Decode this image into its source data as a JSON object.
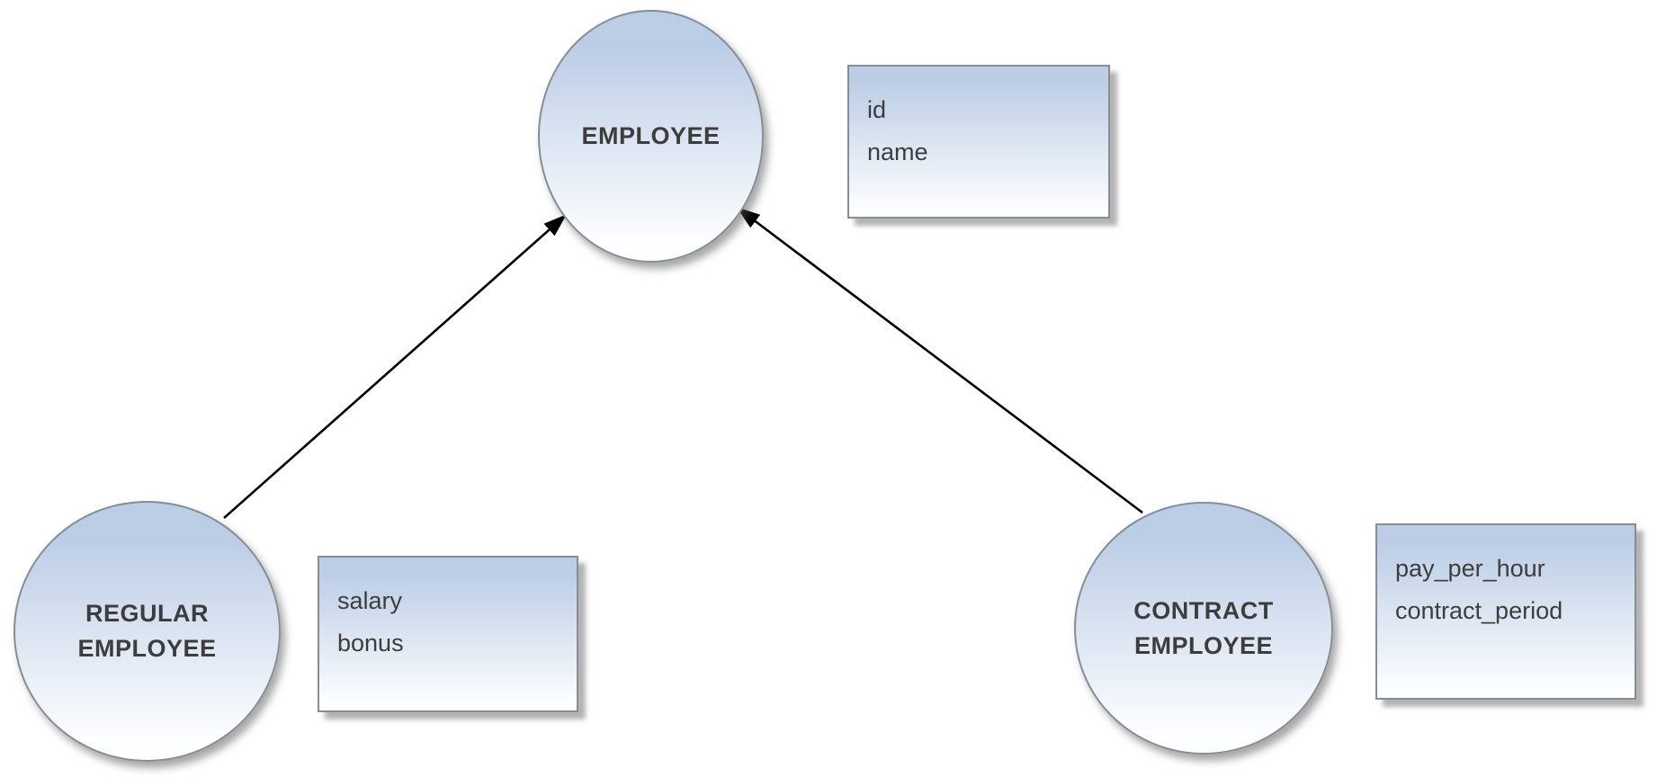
{
  "diagram": {
    "type": "entity-inheritance-diagram",
    "nodes": [
      {
        "id": "employee",
        "shape": "ellipse",
        "lines": [
          "EMPLOYEE"
        ],
        "attributes": [
          "id",
          "name"
        ]
      },
      {
        "id": "regular-employee",
        "shape": "ellipse",
        "lines": [
          "REGULAR",
          "EMPLOYEE"
        ],
        "attributes": [
          "salary",
          "bonus"
        ]
      },
      {
        "id": "contract-employee",
        "shape": "ellipse",
        "lines": [
          "CONTRACT",
          "EMPLOYEE"
        ],
        "attributes": [
          "pay_per_hour",
          "contract_period"
        ]
      }
    ],
    "edges": [
      {
        "from": "regular-employee",
        "to": "employee",
        "style": "solid-arrow"
      },
      {
        "from": "contract-employee",
        "to": "employee",
        "style": "solid-arrow"
      }
    ],
    "colors": {
      "shape_fill_top": "#bccde6",
      "shape_fill_bottom": "#fdfeff",
      "shape_border": "#868d94",
      "text": "#3d3d3d",
      "arrow": "#000000"
    }
  }
}
